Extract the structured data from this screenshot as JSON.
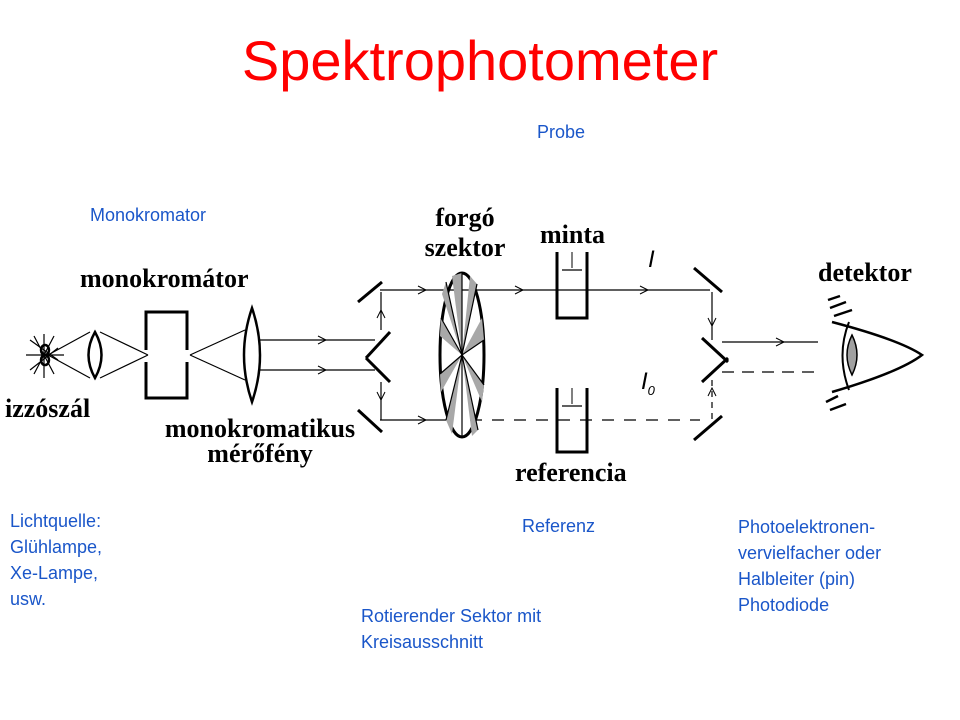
{
  "title": "Spektrophotometer",
  "annotations": {
    "probe": "Probe",
    "monokromator": "Monokromator",
    "lichtquelle": "Lichtquelle:\nGlühlampe,\nXe-Lampe,\nusw.",
    "referenz": "Referenz",
    "rotierender": "Rotierender Sektor mit\nKreisausschnitt",
    "photo": "Photoelektronen-\nvervielfacher oder\nHalbleiter (pin)\nPhotodiode"
  },
  "diagram": {
    "forgo_szektor": "forgó\nszektor",
    "minta": "minta",
    "detektor": "detektor",
    "monokromator": "monokromátor",
    "izzoszal": "izzószál",
    "monokromatikus": "monokromatikus\nmérőfény",
    "referencia": "referencia",
    "i_label": "I",
    "i0_label": "I",
    "i0_sub": "0"
  },
  "colors": {
    "title": "#ff0000",
    "annotation": "#1a56c9",
    "line": "#000000"
  }
}
